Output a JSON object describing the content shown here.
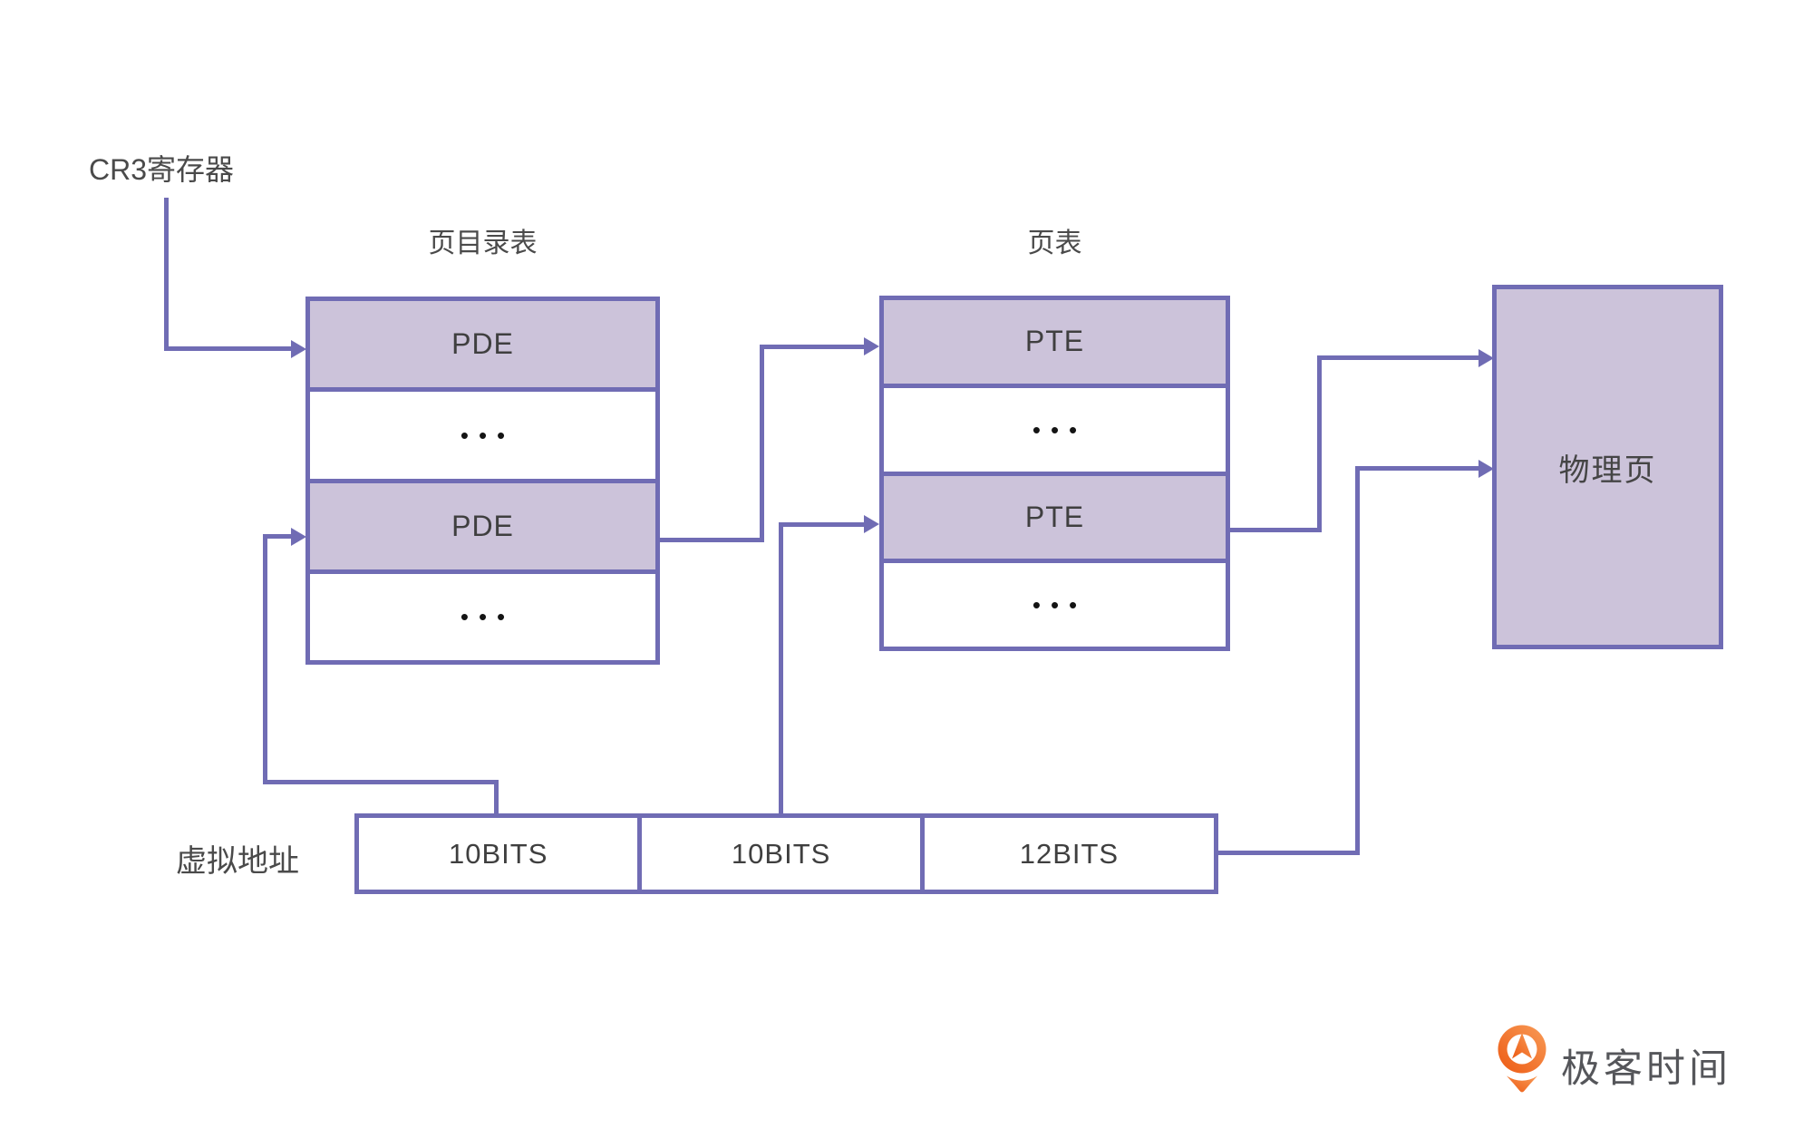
{
  "cr3": {
    "label": "CR3寄存器"
  },
  "page_directory_table": {
    "title": "页目录表",
    "rows": [
      {
        "label": "PDE"
      },
      {
        "label": "•••"
      },
      {
        "label": "PDE"
      },
      {
        "label": "•••"
      }
    ]
  },
  "page_table": {
    "title": "页表",
    "rows": [
      {
        "label": "PTE"
      },
      {
        "label": "•••"
      },
      {
        "label": "PTE"
      },
      {
        "label": "•••"
      }
    ]
  },
  "physical_page": {
    "label": "物理页"
  },
  "virtual_address": {
    "label": "虚拟地址",
    "fields": [
      {
        "label": "10BITS"
      },
      {
        "label": "10BITS"
      },
      {
        "label": "12BITS"
      }
    ]
  },
  "logo": {
    "text": "极客时间"
  },
  "colors": {
    "line": "#706cb4",
    "fill": "#ccc3da",
    "text_dark": "#3f3f3f",
    "label_gray": "#4a4a4a",
    "logo_orange_light": "#f89b57",
    "logo_orange_dark": "#ed5a13",
    "logo_text": "#55565a"
  }
}
